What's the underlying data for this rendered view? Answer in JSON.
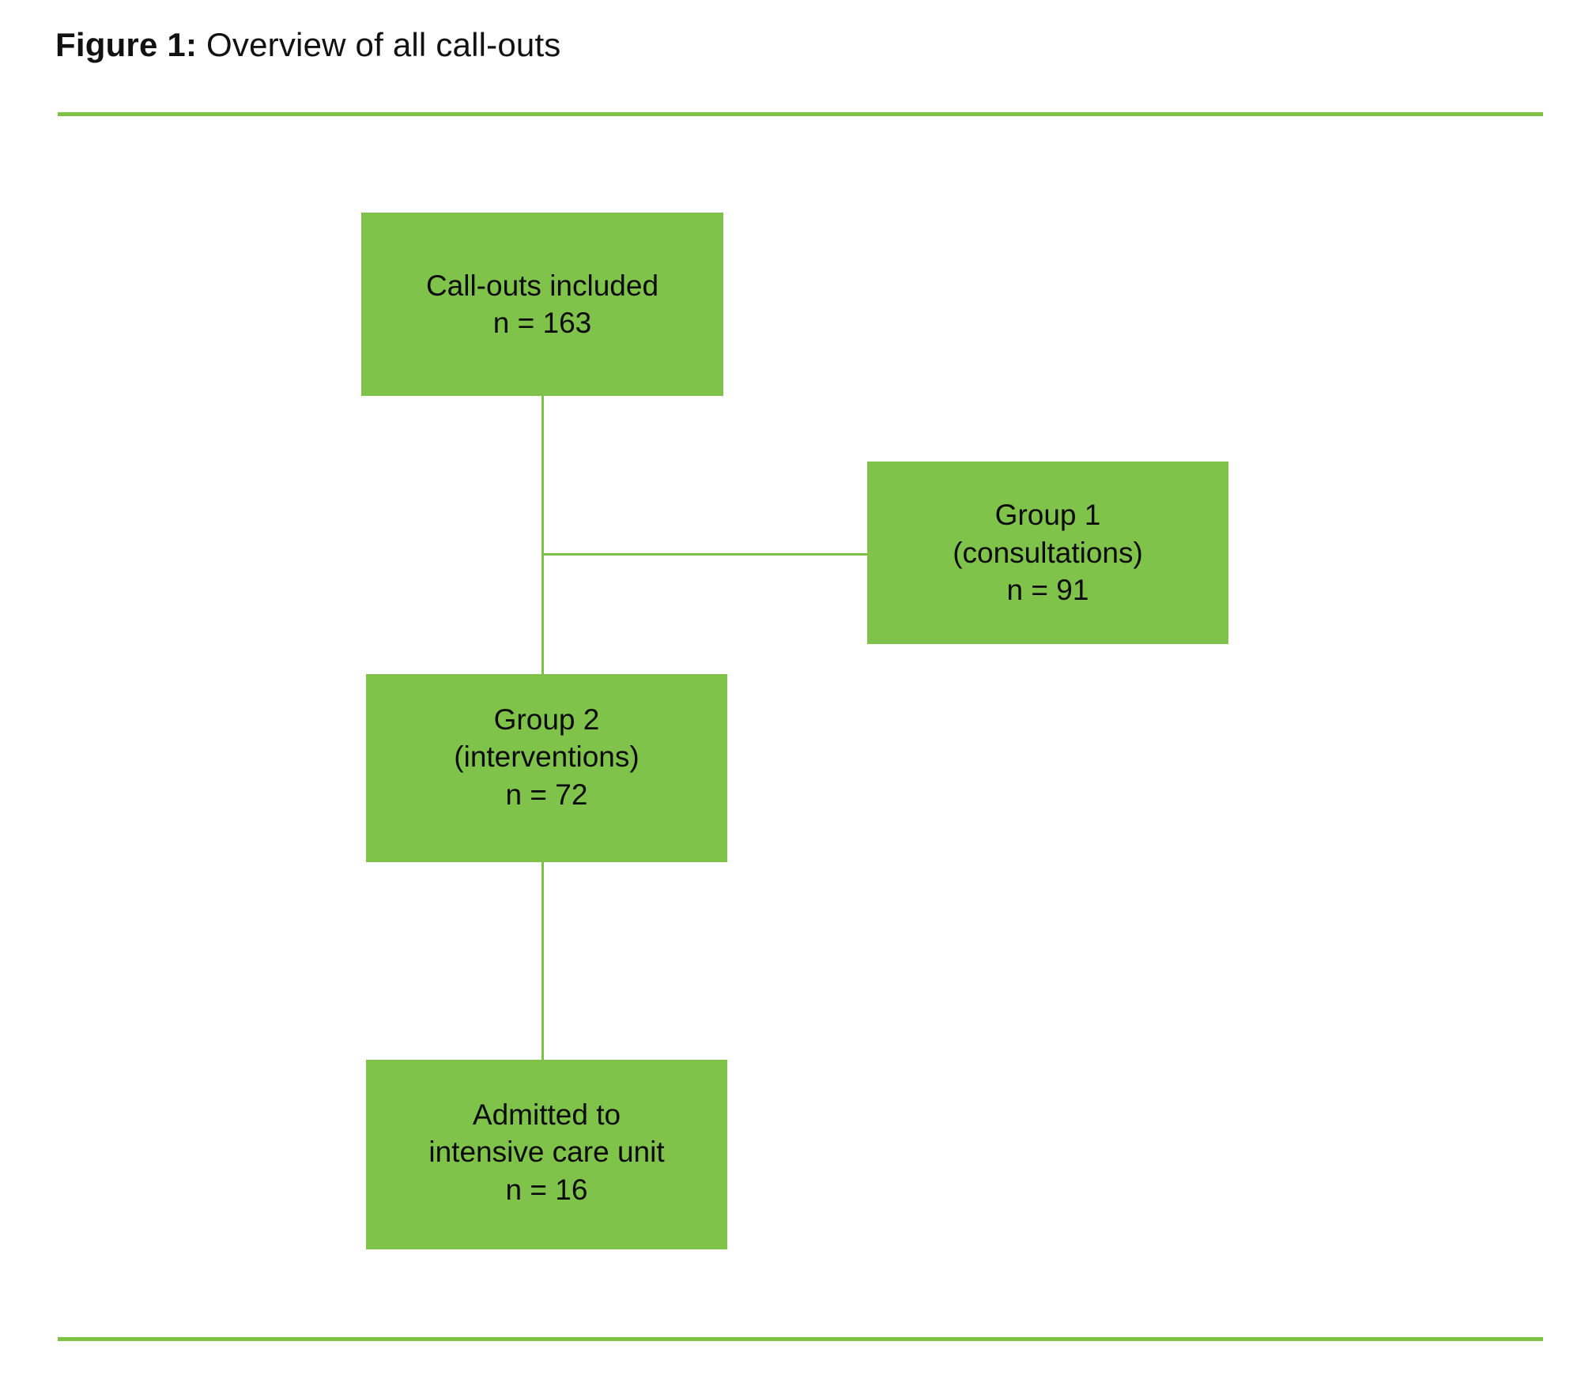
{
  "figure": {
    "caption_label": "Figure 1:",
    "caption_text": " Overview of all call-outs",
    "accent_color": "#7DC242",
    "box_fill_color": "#7FC34B",
    "background_color": "#FFFFFF",
    "text_color": "#000000"
  },
  "chart_data": {
    "type": "diagram",
    "title": "Figure 1: Overview of all call-outs",
    "diagram_kind": "flowchart",
    "nodes": [
      {
        "id": "callouts-included",
        "label": "Call-outs included",
        "count_label": "n = 163",
        "count": 163,
        "text": "Call-outs included\nn = 163"
      },
      {
        "id": "group-1",
        "label": "Group 1",
        "sublabel": "(consultations)",
        "count_label": "n = 91",
        "count": 91,
        "text": "Group 1\n(consultations)\nn = 91"
      },
      {
        "id": "group-2",
        "label": "Group 2",
        "sublabel": "(interventions)",
        "count_label": "n = 72",
        "count": 72,
        "text": "Group 2\n(interventions)\nn = 72"
      },
      {
        "id": "admitted-icu",
        "label": "Admitted to intensive care unit",
        "count_label": "n = 16",
        "count": 16,
        "text": "Admitted to\nintensive care unit\nn = 16"
      }
    ],
    "edges": [
      {
        "from": "callouts-included",
        "to": "group-1"
      },
      {
        "from": "callouts-included",
        "to": "group-2"
      },
      {
        "from": "group-2",
        "to": "admitted-icu"
      }
    ]
  }
}
